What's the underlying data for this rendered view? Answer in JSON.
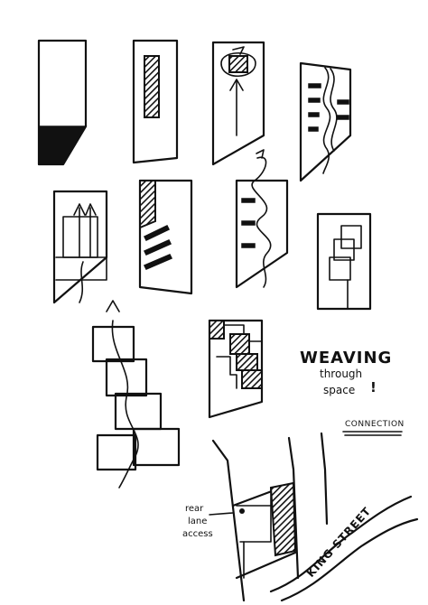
{
  "notes": {
    "title": "WEAVING",
    "line2": "through",
    "line3": "space",
    "mark": "!",
    "connection": "CONNECTION"
  },
  "map_labels": {
    "rear_lane_1": "rear",
    "rear_lane_2": "lane",
    "rear_lane_3": "access",
    "street": "KING STREET"
  },
  "colors": {
    "ink": "#111111",
    "paper": "#ffffff"
  }
}
